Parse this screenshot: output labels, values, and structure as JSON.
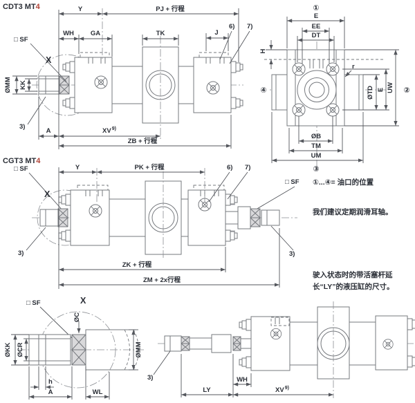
{
  "cdt3": {
    "title_prefix": "CDT3 MT",
    "title_accent": "4",
    "labels": {
      "sf": "□ SF",
      "detail": "X",
      "y": "Y",
      "pj": "PJ + 行程",
      "wh": "WH",
      "ga": "GA",
      "tk": "TK",
      "j": "J",
      "note6": "6)",
      "note7": "7)",
      "dmm": "ØMM",
      "kk": "KK",
      "note3": "3)",
      "a": "A",
      "xv": "XV",
      "xv_sup": "9)",
      "zb": "ZB + 行程"
    }
  },
  "sideview": {
    "labels": {
      "p1": "①",
      "p2": "②",
      "p3": "③",
      "p4": "④",
      "e_top": "E",
      "ee": "EE",
      "dt": "DT",
      "h": "H",
      "r": "r",
      "dtd": "ØTD",
      "e_right": "E",
      "uw": "UW",
      "db": "ØB",
      "tm": "TM",
      "um": "UM"
    }
  },
  "cgt3": {
    "title_prefix": "CGT3 MT",
    "title_accent": "4",
    "labels": {
      "sf": "□ SF",
      "detail": "X",
      "y": "Y",
      "pk": "PK + 行程",
      "note6": "6)",
      "note7": "7)",
      "sf_right": "□ SF",
      "note3_left": "3)",
      "note3_right": "3)",
      "zk": "ZK + 行程",
      "zm": "ZM + 2x行程"
    }
  },
  "detailx": {
    "labels": {
      "sf": "□ SF",
      "title": "X",
      "dc": "ØC",
      "dkk": "ØKK",
      "dcr": "ØCR",
      "dmm": "ØMM",
      "h": "h",
      "a": "A",
      "wl": "WL"
    }
  },
  "lyview": {
    "labels": {
      "note3": "3)",
      "ly": "LY",
      "wh": "WH",
      "xv": "XV",
      "xv_sup": "9)"
    }
  },
  "notes": {
    "ports": "①...④= 油口的位置",
    "lube": "我们建议定期润滑耳轴。",
    "ly1": "驶入状态时的带活塞杆延",
    "ly2": "长“LY”的液压缸的尺寸。"
  }
}
